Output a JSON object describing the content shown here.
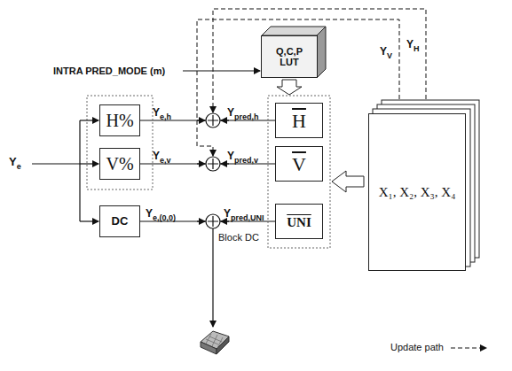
{
  "diagram": {
    "nodes": [
      {
        "text": [
          "Q,C,P LUT"
        ]
      },
      {
        "text": [
          "H%"
        ]
      },
      {
        "text": [
          "V%"
        ]
      },
      {
        "text": [
          "DC"
        ]
      },
      {
        "text": [
          "H"
        ]
      },
      {
        "text": [
          "V"
        ]
      },
      {
        "text": [
          "UNI"
        ]
      },
      {
        "text": [
          "X₁, X₂, X₃, X₄"
        ]
      }
    ],
    "edges": [
      {
        "from": 1,
        "to": 4,
        "arrow": "none"
      },
      {
        "from": 2,
        "to": 5,
        "arrow": "none"
      },
      {
        "from": 3,
        "to": 6,
        "arrow": "none"
      }
    ],
    "labels": [
      "INTRA PRED_MODE (m)",
      "Ye",
      "Ye,h",
      "Ye,v",
      "Ye,(0,0)",
      "Ypred,h",
      "Ypred,v",
      "Ypred,UNI",
      "YV",
      "YH",
      "Block DC"
    ],
    "legend": [
      {
        "text": "Update path"
      }
    ]
  }
}
